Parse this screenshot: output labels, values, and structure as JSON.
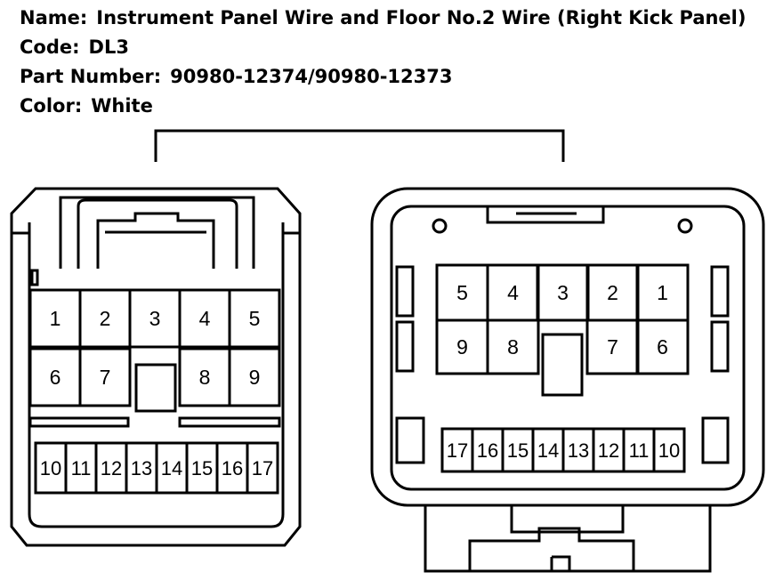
{
  "info": {
    "name_label": "Name:",
    "name_value": "Instrument Panel Wire and Floor No.2 Wire (Right Kick Panel)",
    "code_label": "Code:",
    "code_value": "DL3",
    "part_label": "Part Number:",
    "part_value": "90980-12374/90980-12373",
    "color_label": "Color:",
    "color_value": "White"
  },
  "connectors": {
    "left": {
      "row1": [
        "1",
        "2",
        "3",
        "4",
        "5"
      ],
      "row2": [
        "6",
        "7",
        "8",
        "9"
      ],
      "row3": [
        "10",
        "11",
        "12",
        "13",
        "14",
        "15",
        "16",
        "17"
      ]
    },
    "right": {
      "row1": [
        "5",
        "4",
        "3",
        "2",
        "1"
      ],
      "row2": [
        "9",
        "8",
        "7",
        "6"
      ],
      "row3": [
        "17",
        "16",
        "15",
        "14",
        "13",
        "12",
        "11",
        "10"
      ]
    }
  },
  "colors": {
    "line": "#000000",
    "background": "#ffffff"
  }
}
